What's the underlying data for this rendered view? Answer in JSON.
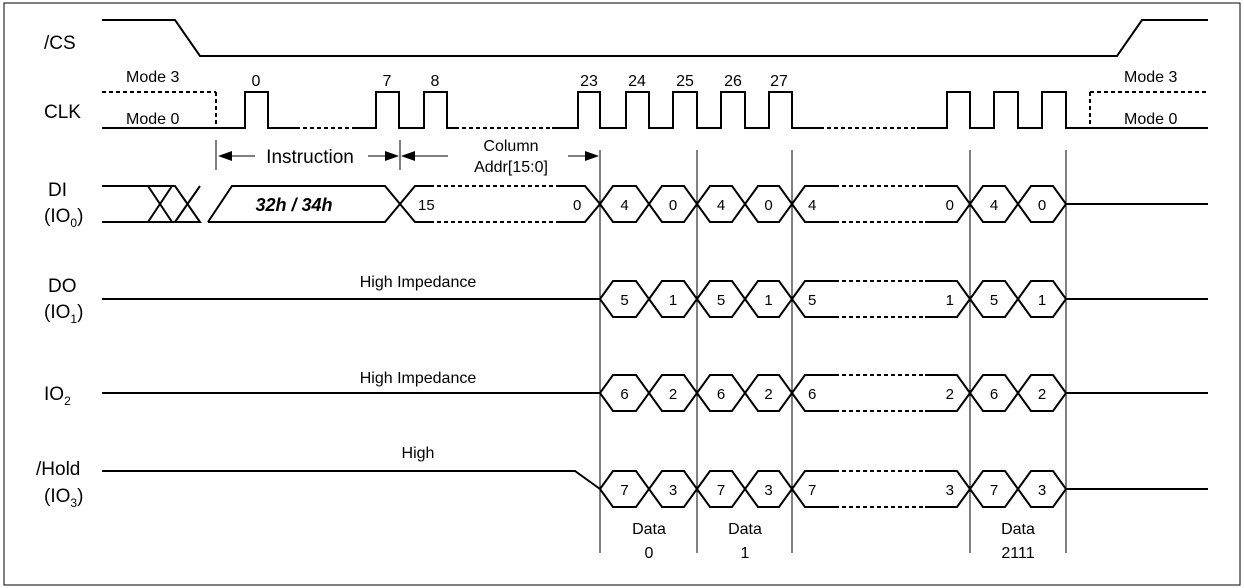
{
  "signals": {
    "cs": "/CS",
    "clk": "CLK",
    "di": "DI",
    "di_io": "(IO",
    "di_sub": "0",
    "do": "DO",
    "do_io": "(IO",
    "do_sub": "1",
    "io2": "IO",
    "io2_sub": "2",
    "hold": "/Hold",
    "hold_io": "(IO",
    "hold_sub": "3",
    "paren": ")"
  },
  "modes": {
    "mode3": "Mode 3",
    "mode0": "Mode 0"
  },
  "clock_numbers": [
    "0",
    "7",
    "8",
    "23",
    "24",
    "25",
    "26",
    "27"
  ],
  "phases": {
    "instruction": "Instruction",
    "column": "Column",
    "addr": "Addr[15:0]",
    "opcode": "32h / 34h"
  },
  "address_bits": {
    "msb": "15",
    "lsb": "0"
  },
  "states": {
    "high_impedance": "High Impedance",
    "high": "High"
  },
  "data_nibbles": {
    "di": [
      "4",
      "0",
      "4",
      "0",
      "4",
      "0",
      "4",
      "0"
    ],
    "do": [
      "5",
      "1",
      "5",
      "1",
      "5",
      "1",
      "5",
      "1"
    ],
    "io2": [
      "6",
      "2",
      "6",
      "2",
      "6",
      "2",
      "6",
      "2"
    ],
    "io3": [
      "7",
      "3",
      "7",
      "3",
      "7",
      "3",
      "7",
      "3"
    ]
  },
  "data_bytes": [
    {
      "label": "Data",
      "index": "0"
    },
    {
      "label": "Data",
      "index": "1"
    },
    {
      "label": "Data",
      "index": "2111"
    }
  ]
}
